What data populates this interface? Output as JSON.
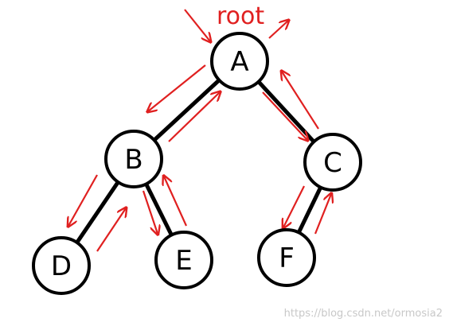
{
  "colors": {
    "node_stroke": "#000000",
    "edge": "#000000",
    "arrow": "#e02020",
    "root_text": "#e02020",
    "watermark": "#c8c8c8"
  },
  "root_label": "root",
  "nodes": [
    {
      "id": "A",
      "label": "A"
    },
    {
      "id": "B",
      "label": "B"
    },
    {
      "id": "C",
      "label": "C"
    },
    {
      "id": "D",
      "label": "D"
    },
    {
      "id": "E",
      "label": "E"
    },
    {
      "id": "F",
      "label": "F"
    }
  ],
  "edges": [
    {
      "from": "A",
      "to": "B"
    },
    {
      "from": "A",
      "to": "C"
    },
    {
      "from": "B",
      "to": "D"
    },
    {
      "from": "B",
      "to": "E"
    },
    {
      "from": "C",
      "to": "F"
    }
  ],
  "watermark": "https://blog.csdn.net/ormosia2"
}
